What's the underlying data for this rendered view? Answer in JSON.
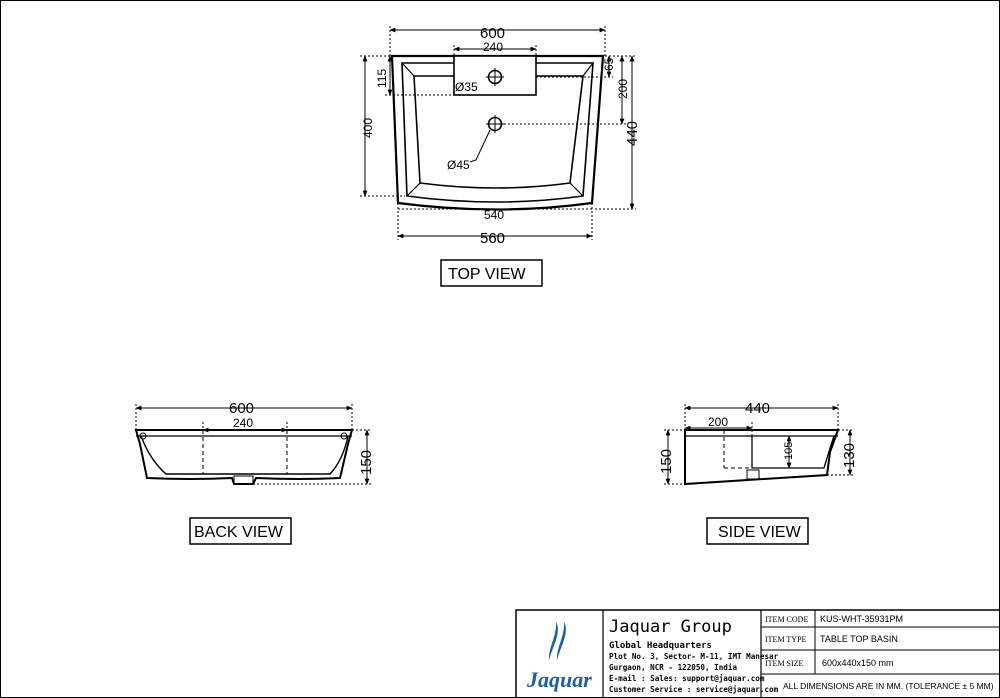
{
  "views": {
    "top": {
      "label": "TOP VIEW",
      "dims": {
        "overall_width": "600",
        "tap_width": "240",
        "tap_depth": "115",
        "tap_hole_offset": "65",
        "hole_offset": "200",
        "inner_depth": "400",
        "overall_depth": "440",
        "tap_hole_dia": "Ø35",
        "waste_dia": "Ø45",
        "front_inner": "540",
        "base_width": "560"
      }
    },
    "back": {
      "label": "BACK VIEW",
      "dims": {
        "overall_width": "600",
        "tap_width": "240",
        "height": "150"
      }
    },
    "side": {
      "label": "SIDE VIEW",
      "dims": {
        "overall_depth": "440",
        "tap_depth": "200",
        "bowl_depth": "105",
        "overall_height": "150",
        "inner_height": "130"
      }
    }
  },
  "title_block": {
    "company": "Jaquar Group",
    "logo_text": "Jaquar",
    "hq_title": "Global Headquarters",
    "address_line1": "Plot No. 3, Sector- M-11, IMT Manesar",
    "address_line2": "Gurgaon, NCR - 122050, India",
    "email_sales": "E-mail : Sales: support@jaquar.com",
    "email_service": "Customer Service : service@jaquar.com",
    "item_code_label": "ITEM CODE",
    "item_code": "KUS-WHT-35931PM",
    "item_type_label": "ITEM TYPE",
    "item_type": "TABLE TOP BASIN",
    "item_size_label": "ITEM SIZE",
    "item_size": "600x440x150 mm",
    "note": "ALL DIMENSIONS ARE IN MM. (TOLERANCE ± 5 MM)",
    "colors": {
      "logo": "#1a5fa8",
      "line": "#000000"
    }
  }
}
